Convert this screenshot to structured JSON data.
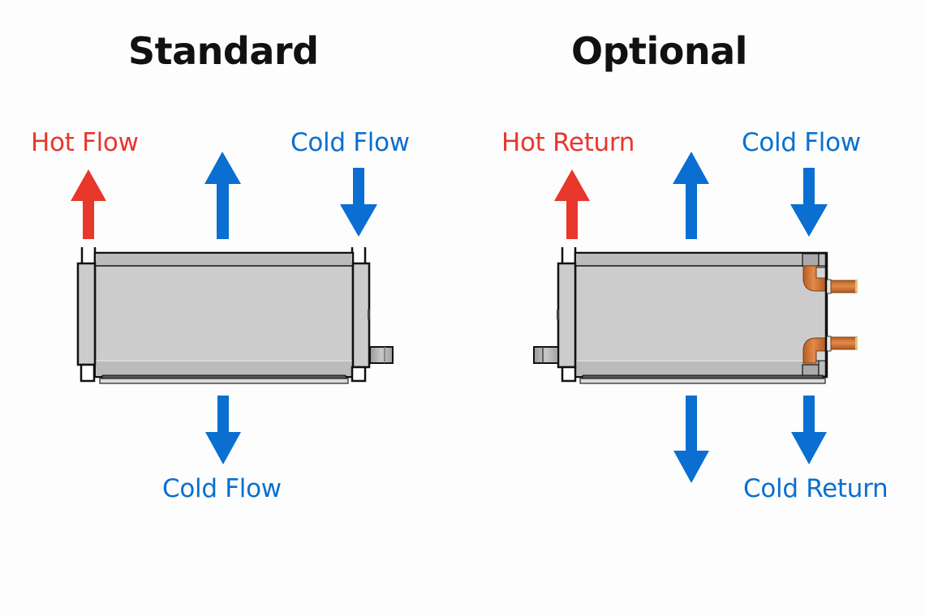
{
  "colors": {
    "hot": "#e8372b",
    "cold": "#0a6fd1",
    "casing": "#cccccc",
    "casing_dark": "#b8b8b8",
    "outline": "#111111",
    "copper": "#d07a3a"
  },
  "panels": [
    {
      "title": "Standard",
      "labels": {
        "hot_top": "Hot Flow",
        "cold_top": "Cold Flow",
        "cold_bottom": "Cold Flow"
      },
      "arrows": [
        {
          "name": "hot-flow-up-arrow",
          "color": "hot",
          "direction": "up"
        },
        {
          "name": "cold-flow-up-arrow",
          "color": "cold",
          "direction": "up"
        },
        {
          "name": "cold-flow-down-arrow",
          "color": "cold",
          "direction": "down"
        },
        {
          "name": "cold-flow-bottom-arrow",
          "color": "cold",
          "direction": "down"
        }
      ]
    },
    {
      "title": "Optional",
      "labels": {
        "hot_top": "Hot Return",
        "cold_top": "Cold Flow",
        "cold_bottom": "Cold Return"
      },
      "arrows": [
        {
          "name": "hot-return-up-arrow",
          "color": "hot",
          "direction": "up"
        },
        {
          "name": "cold-flow-up-arrow",
          "color": "cold",
          "direction": "up"
        },
        {
          "name": "cold-flow-down-arrow",
          "color": "cold",
          "direction": "down"
        },
        {
          "name": "cold-bottom-left-arrow",
          "color": "cold",
          "direction": "down"
        },
        {
          "name": "cold-return-down-arrow",
          "color": "cold",
          "direction": "down"
        }
      ]
    }
  ]
}
